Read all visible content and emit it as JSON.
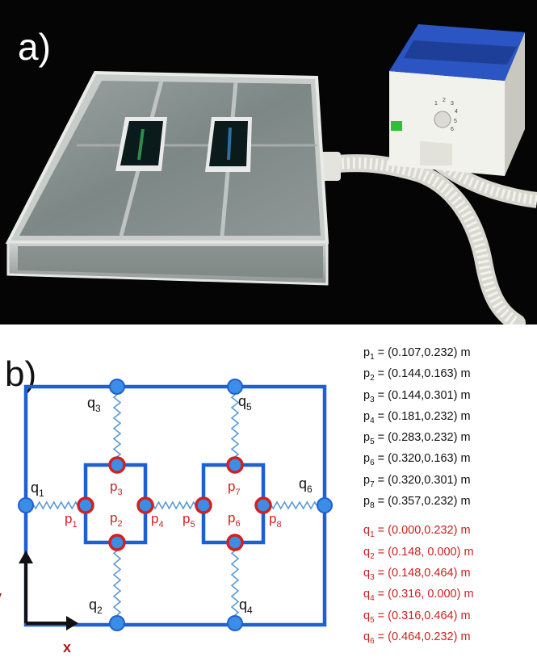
{
  "panel_a": {
    "label": "a)",
    "blower_dial_numbers": [
      "1",
      "2",
      "3",
      "4",
      "5",
      "6"
    ]
  },
  "panel_b": {
    "label": "b)",
    "axes": {
      "x_label": "x",
      "y_label": "y"
    },
    "colors": {
      "frame": "#1f5fd6",
      "node_fill": "#3a8ee6",
      "p_node_edge": "#d32020",
      "spring": "#5b9bd5",
      "q_text": "#cc1f1f"
    },
    "p_points": [
      {
        "label": "p",
        "index": "1",
        "value": "= (0.107,0.232) m"
      },
      {
        "label": "p",
        "index": "2",
        "value": "= (0.144,0.163) m"
      },
      {
        "label": "p",
        "index": "3",
        "value": "= (0.144,0.301) m"
      },
      {
        "label": "p",
        "index": "4",
        "value": "= (0.181,0.232) m"
      },
      {
        "label": "p",
        "index": "5",
        "value": "= (0.283,0.232) m"
      },
      {
        "label": "p",
        "index": "6",
        "value": "= (0.320,0.163) m"
      },
      {
        "label": "p",
        "index": "7",
        "value": "= (0.320,0.301) m"
      },
      {
        "label": "p",
        "index": "8",
        "value": "= (0.357,0.232) m"
      }
    ],
    "q_points": [
      {
        "label": "q",
        "index": "1",
        "value": "= (0.000,0.232) m"
      },
      {
        "label": "q",
        "index": "2",
        "value": "= (0.148, 0.000) m"
      },
      {
        "label": "q",
        "index": "3",
        "value": "= (0.148,0.464) m"
      },
      {
        "label": "q",
        "index": "4",
        "value": "= (0.316, 0.000) m"
      },
      {
        "label": "q",
        "index": "5",
        "value": "= (0.316,0.464) m"
      },
      {
        "label": "q",
        "index": "6",
        "value": "= (0.464,0.232) m"
      }
    ]
  }
}
